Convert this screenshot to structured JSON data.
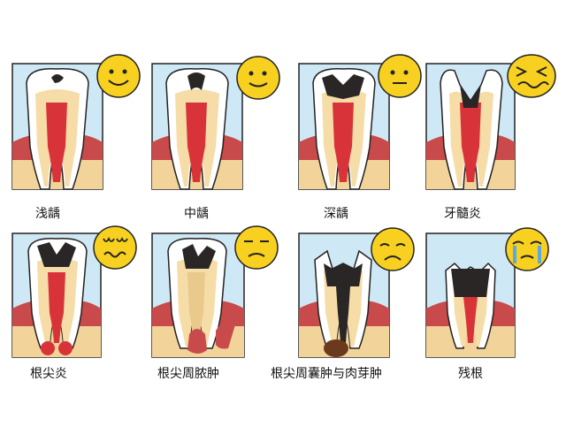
{
  "stages": [
    {
      "label": "浅龋",
      "mood": "happy",
      "face_color": "#f7d020"
    },
    {
      "label": "中龋",
      "mood": "happy",
      "face_color": "#f7d020"
    },
    {
      "label": "深龋",
      "mood": "neutral",
      "face_color": "#f7d020"
    },
    {
      "label": "牙髓炎",
      "mood": "pain",
      "face_color": "#f7d020"
    },
    {
      "label": "根尖炎",
      "mood": "wavy",
      "face_color": "#f7d020"
    },
    {
      "label": "根尖周脓肿",
      "mood": "annoyed",
      "face_color": "#f7d020"
    },
    {
      "label": "根尖周囊肿与肉芽肿",
      "mood": "sad",
      "face_color": "#f7d020"
    },
    {
      "label": "残根",
      "mood": "crying",
      "face_color": "#f7d020"
    }
  ],
  "colors": {
    "sky": "#cfe8f5",
    "gum": "#c84a4a",
    "bone": "#f2d49a",
    "enamel": "#ffffff",
    "dentin": "#f6dca6",
    "pulp": "#d9333a",
    "decay": "#2a2626"
  }
}
